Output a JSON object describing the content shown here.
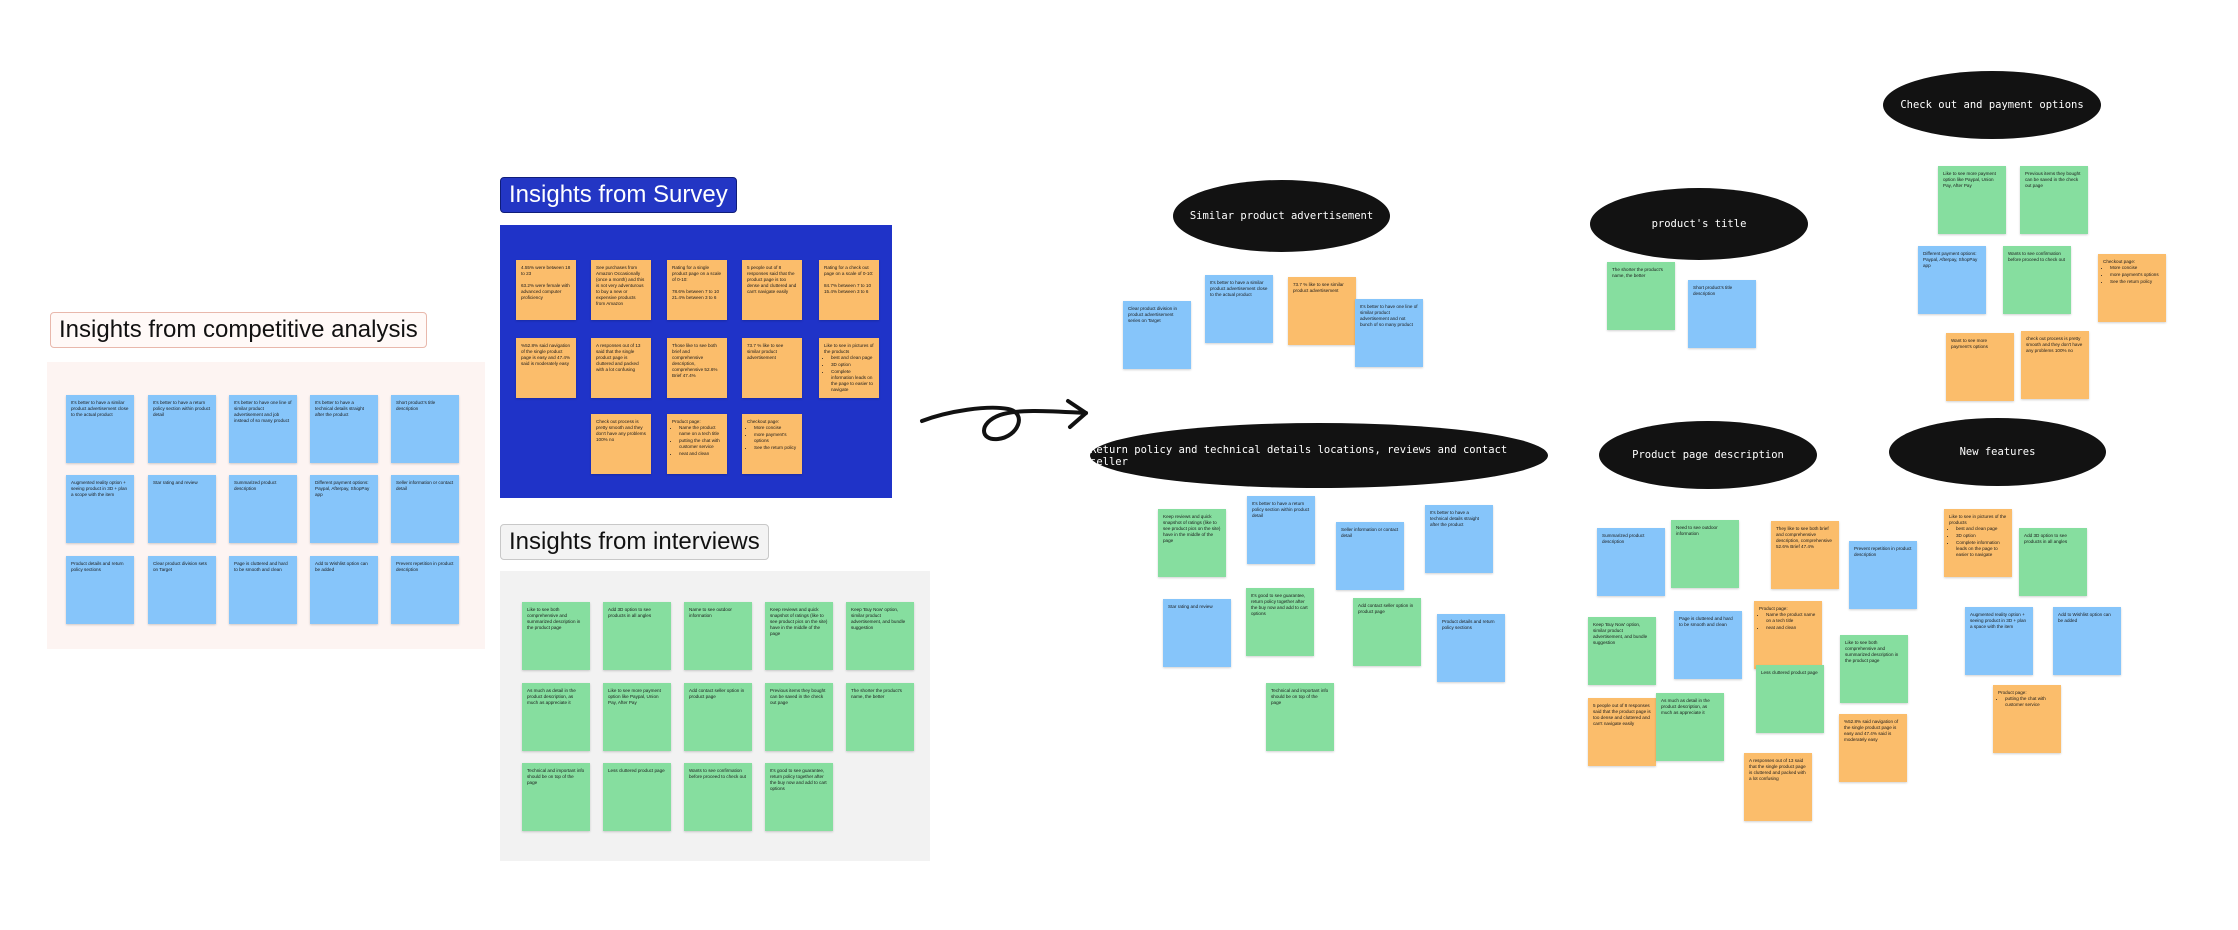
{
  "canvas": {
    "competitive": {
      "title": "Insights from competitive analysis",
      "notes": [
        "It's better to have a similar product advertisement close to the actual product",
        "It's better to have a return policy section within product detail",
        "It's better to have one line of similar product advertisement and job instead of so many product",
        "It's better to have a technical details straight after the product",
        "Short product's title description",
        "Augmented reality option + seeing product in 3D + plan a scope with the item",
        "Star rating and review",
        "Summarized product description",
        "Different payment options: Paypal, Afterpay, ShopPay app",
        "Seller information or contact detail",
        "Product details and return policy sections",
        "Clear product division sets on Target",
        "Page is cluttered and hard to be smooth and clean",
        "Add to Wishlist option can be added",
        "Prevent repetition in product description"
      ]
    },
    "survey": {
      "title": "Insights from Survey",
      "notes": [
        {
          "color": "orange",
          "text": "4.55% were between 18 to 23\n\n63.2% were female with advanced computer proficiency"
        },
        {
          "color": "orange",
          "text": "See purchases from Amazon Occasionally (once a month) and this is not very adventurous to buy a new or expensive products from Amazon"
        },
        {
          "color": "orange",
          "text": "Rating for a single product page on a scale of 0-10:\n\n78.6% between 7 to 10\n21.4% between 3 to 6"
        },
        {
          "color": "orange",
          "text": "5 people out of 8 responses said that the product page is too dense and cluttered and can't navigate easily"
        },
        {
          "color": "orange",
          "text": "Rating for a check out page on a scale of 0-10:\n\n84.7% between 7 to 10\n15.4% between 3 to 6"
        },
        {
          "color": "orange",
          "text": "%52.8% said navigation of the single product page is easy and 47.4% said is moderately easy"
        },
        {
          "color": "orange",
          "text": "A responses out of 13 said that the single product page is cluttered and packed with a lot confusing"
        },
        {
          "color": "orange",
          "text": "Those like to see both brief and comprehensive description, comprehensive 52.6% Brief 47.4%"
        },
        {
          "color": "orange",
          "text": "73.7 % like to see similar product advertisement"
        },
        {
          "color": "orange",
          "text": "Like to see in pictures of the products\n- best and clean page\n- 3D option\n- Complete information leads on the page to easier to navigate"
        },
        {
          "color": "orange",
          "text": "Check out process is pretty smooth and they don't have any problems 100% no"
        },
        {
          "color": "orange",
          "text": "Product page:\n- Name the product name on a tech title\n- putting the chat with customer service\n- neat and clean"
        },
        {
          "color": "orange",
          "text": "Checkout page:\n- More concise\n- more payment's options\n- See the return policy"
        }
      ]
    },
    "interviews": {
      "title": "Insights from interviews",
      "notes": [
        "Like to see both comprehensive and summarized description in the product page",
        "Add 3D option to see products in all angles",
        "Name to see outdoor information",
        "Keep reviews and quick snapshot of ratings (like to see product pics on the site) have in the middle of the page",
        "Keep 'Buy Now' option, similar product advertisement, and bundle suggestion",
        "As much as detail in the product description, as much as appreciate it",
        "Like to see more payment option like Paypal, Union Pay, After Pay",
        "Add contact seller option in product page",
        "Previous items they bought can be saved in the check out page",
        "The shorter the product's name, the better",
        "Technical and important info should be on top of the page",
        "Less cluttered product page",
        "Wants to see confirmation before proceed to check out",
        "It's good to see guarantee, return policy together after the buy now and add to cart options"
      ]
    },
    "groups": {
      "similar": {
        "label": "Similar product advertisement",
        "notes": [
          {
            "color": "blue",
            "text": "Clear product division in product advertisement series on Target"
          },
          {
            "color": "blue",
            "text": "It's better to have a similar product advertisement close to the actual product"
          },
          {
            "color": "orange",
            "text": "73.7 % like to see similar product advertisement"
          },
          {
            "color": "blue",
            "text": "It's better to have one line of similar product advertisement and not bunch of so many product"
          }
        ]
      },
      "title": {
        "label": "product's title",
        "notes": [
          {
            "color": "green",
            "text": "The shorter the product's name, the better"
          },
          {
            "color": "blue",
            "text": "Short product's title description"
          }
        ]
      },
      "checkout": {
        "label": "Check out and payment options",
        "notes": [
          {
            "color": "green",
            "text": "Like to see more payment option like Paypal, Union Pay, After Pay"
          },
          {
            "color": "green",
            "text": "Previous items they bought can be saved in the check out page"
          },
          {
            "color": "blue",
            "text": "Different payment options: Paypal, Afterpay, ShopPay app"
          },
          {
            "color": "green",
            "text": "Wants to see confirmation before proceed to check out"
          },
          {
            "color": "orange",
            "text": "Checkout page:\n- More concise\n- more payment's options\n- See the return policy"
          },
          {
            "color": "orange",
            "text": "Want to see more payment's options"
          },
          {
            "color": "orange",
            "text": "check out process is pretty smooth and they don't have any problems 100% no"
          }
        ]
      },
      "returns": {
        "label": "Return policy and technical details locations, reviews and contact seller",
        "notes": [
          {
            "color": "green",
            "text": "Keep reviews and quick snapshot of ratings (like to see product pics on the site) have in the middle of the page"
          },
          {
            "color": "blue",
            "text": "It's better to have a return policy section within product detail"
          },
          {
            "color": "blue",
            "text": "Seller information or contact detail"
          },
          {
            "color": "blue",
            "text": "It's better to have a technical details straight after the product"
          },
          {
            "color": "blue",
            "text": "Star rating and review"
          },
          {
            "color": "green",
            "text": "It's good to see guarantee, return policy together after the buy now and add to cart options"
          },
          {
            "color": "green",
            "text": "Add contact seller option in product page"
          },
          {
            "color": "blue",
            "text": "Product details and return policy sections"
          },
          {
            "color": "green",
            "text": "Technical and important info should be on top of the page"
          }
        ]
      },
      "description": {
        "label": "Product page description",
        "notes": [
          {
            "color": "blue",
            "text": "Summarized product description"
          },
          {
            "color": "green",
            "text": "Need to see outdoor information"
          },
          {
            "color": "orange",
            "text": "They like to see both brief and comprehensive description, comprehensive 52.6% Brief 47.4%"
          },
          {
            "color": "blue",
            "text": "Prevent repetition in product description"
          },
          {
            "color": "green",
            "text": "Keep 'Buy Now' option, similar product advertisement, and bundle suggestion"
          },
          {
            "color": "blue",
            "text": "Page is cluttered and hard to be smooth and clean"
          },
          {
            "color": "orange",
            "text": "Product page:\n- Name the product name on a tech title\n- neat and clean"
          },
          {
            "color": "green",
            "text": "Like to see both comprehensive and summarized description in the product page"
          },
          {
            "color": "green",
            "text": "Less cluttered product page"
          },
          {
            "color": "orange",
            "text": "5 people out of 8 responses said that the product page is too dense and cluttered and can't navigate easily"
          },
          {
            "color": "green",
            "text": "As much as detail in the product description, as much as appreciate it"
          },
          {
            "color": "orange",
            "text": "A responses out of 13 said that the single product page is cluttered and packed with a lot confusing"
          },
          {
            "color": "orange",
            "text": "%52.8% said navigation of the single product page is easy and 47.4% said is moderately easy"
          }
        ]
      },
      "features": {
        "label": "New features",
        "notes": [
          {
            "color": "orange",
            "text": "Like to see in pictures of the products\n- best and clean page\n- 3D option\n- Complete information leads on the page to easier to navigate"
          },
          {
            "color": "green",
            "text": "Add 3D option to see products in all angles"
          },
          {
            "color": "blue",
            "text": "Augmented reality option + seeing product in 3D + plan a space with the item"
          },
          {
            "color": "blue",
            "text": "Add to Wishlist option can be added"
          },
          {
            "color": "orange",
            "text": "Product page:\n- putting the chat with customer service"
          }
        ]
      }
    },
    "colors": {
      "survey_panel": "#1f33c8",
      "survey_title_bg": "#2336c4",
      "competitive_panel": "#fdf4f2",
      "interviews_panel": "#f2f2f2",
      "note_blue": "#86c5fa",
      "note_green": "#86de9f",
      "note_orange": "#fbbd6b",
      "ellipse": "#121212"
    },
    "arrow_icon": "hand-drawn-arrow-icon"
  }
}
